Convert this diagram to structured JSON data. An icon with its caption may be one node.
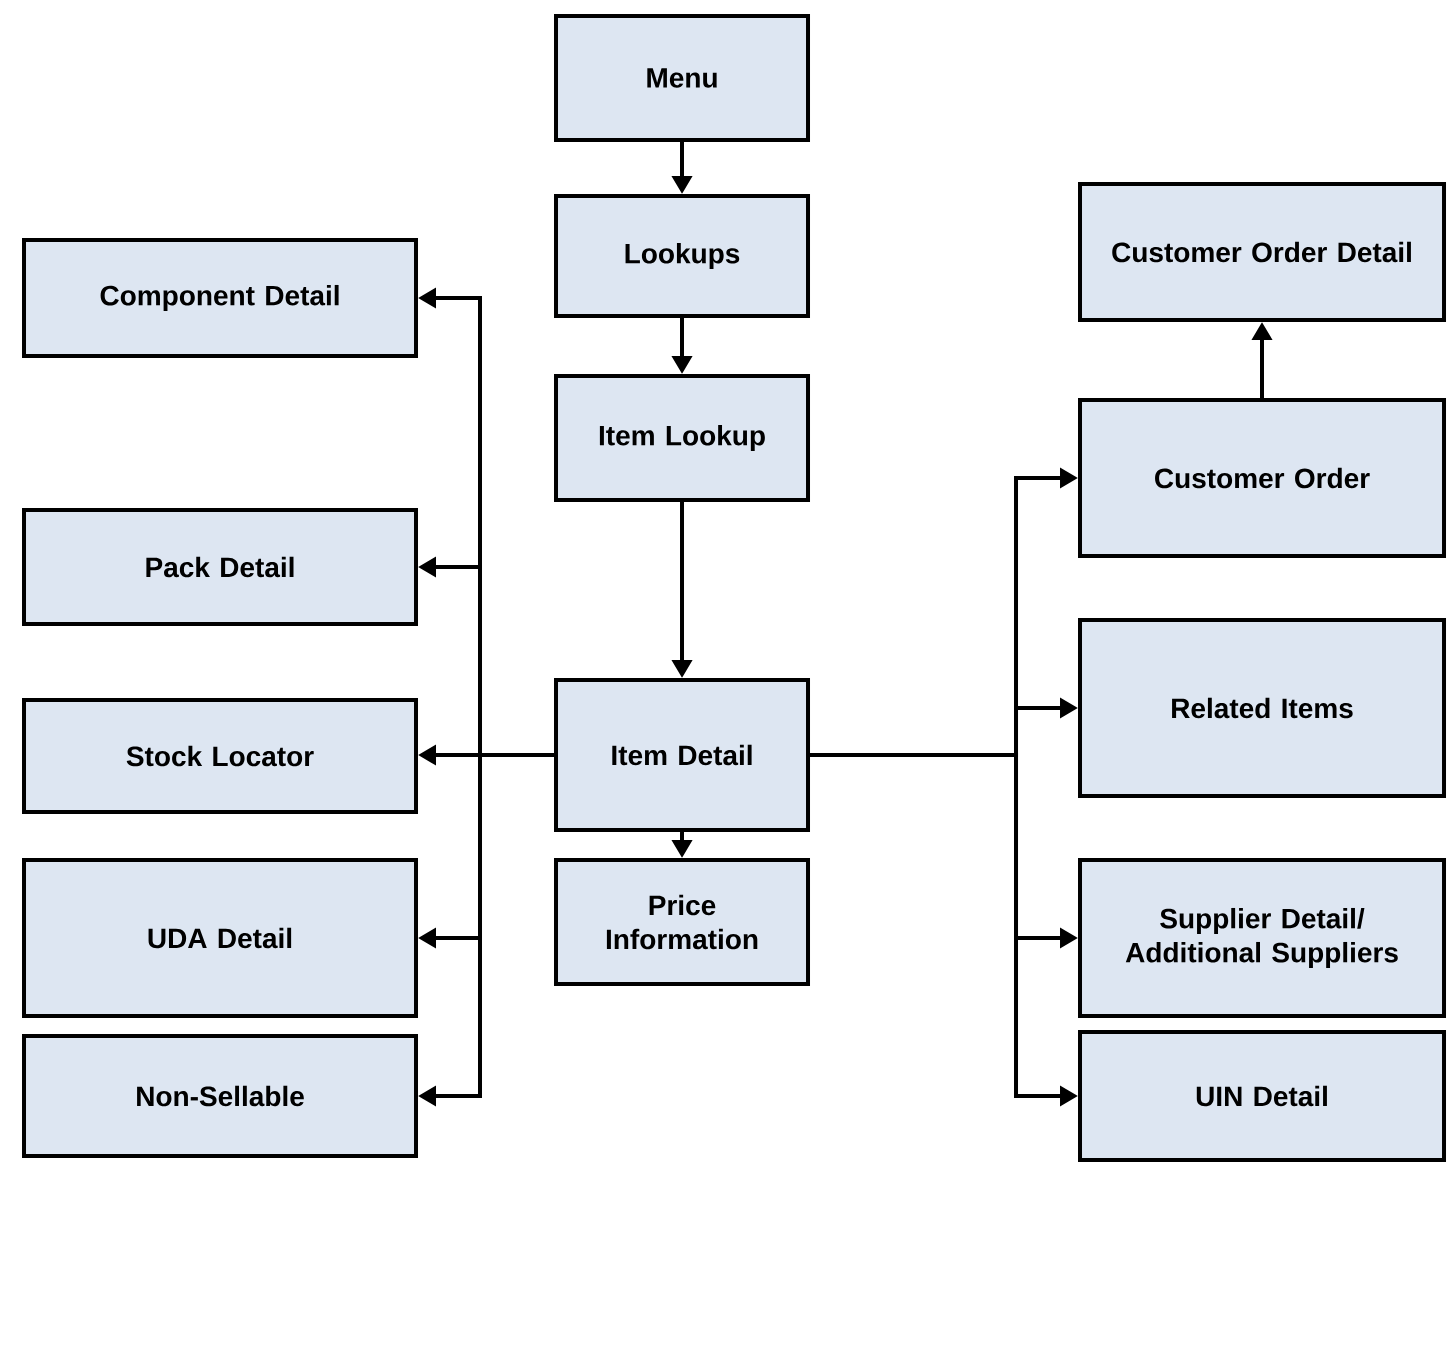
{
  "diagram": {
    "nodes": [
      {
        "text": [
          "Menu"
        ]
      },
      {
        "text": [
          "Lookups"
        ]
      },
      {
        "text": [
          "Item Lookup"
        ]
      },
      {
        "text": [
          "Item Detail"
        ]
      },
      {
        "text": [
          "Price Information"
        ]
      },
      {
        "text": [
          "Component Detail"
        ]
      },
      {
        "text": [
          "Pack Detail"
        ]
      },
      {
        "text": [
          "Stock Locator"
        ]
      },
      {
        "text": [
          "UDA Detail"
        ]
      },
      {
        "text": [
          "Non-Sellable"
        ]
      },
      {
        "text": [
          "Customer Order Detail"
        ]
      },
      {
        "text": [
          "Customer Order"
        ]
      },
      {
        "text": [
          "Related Items"
        ]
      },
      {
        "text": [
          "Supplier Detail/ Additional Suppliers"
        ]
      },
      {
        "text": [
          "UIN Detail"
        ]
      }
    ],
    "edges": [
      {
        "from": 0,
        "to": 1,
        "arrow": "to"
      },
      {
        "from": 1,
        "to": 2,
        "arrow": "to"
      },
      {
        "from": 2,
        "to": 3,
        "arrow": "to"
      },
      {
        "from": 3,
        "to": 4,
        "arrow": "to"
      },
      {
        "from": 3,
        "to": 5,
        "arrow": "to"
      },
      {
        "from": 3,
        "to": 6,
        "arrow": "to"
      },
      {
        "from": 3,
        "to": 7,
        "arrow": "to"
      },
      {
        "from": 3,
        "to": 8,
        "arrow": "to"
      },
      {
        "from": 3,
        "to": 9,
        "arrow": "to"
      },
      {
        "from": 3,
        "to": 11,
        "arrow": "to"
      },
      {
        "from": 11,
        "to": 10,
        "arrow": "to"
      },
      {
        "from": 3,
        "to": 12,
        "arrow": "to"
      },
      {
        "from": 3,
        "to": 13,
        "arrow": "to"
      },
      {
        "from": 3,
        "to": 14,
        "arrow": "to"
      }
    ]
  }
}
